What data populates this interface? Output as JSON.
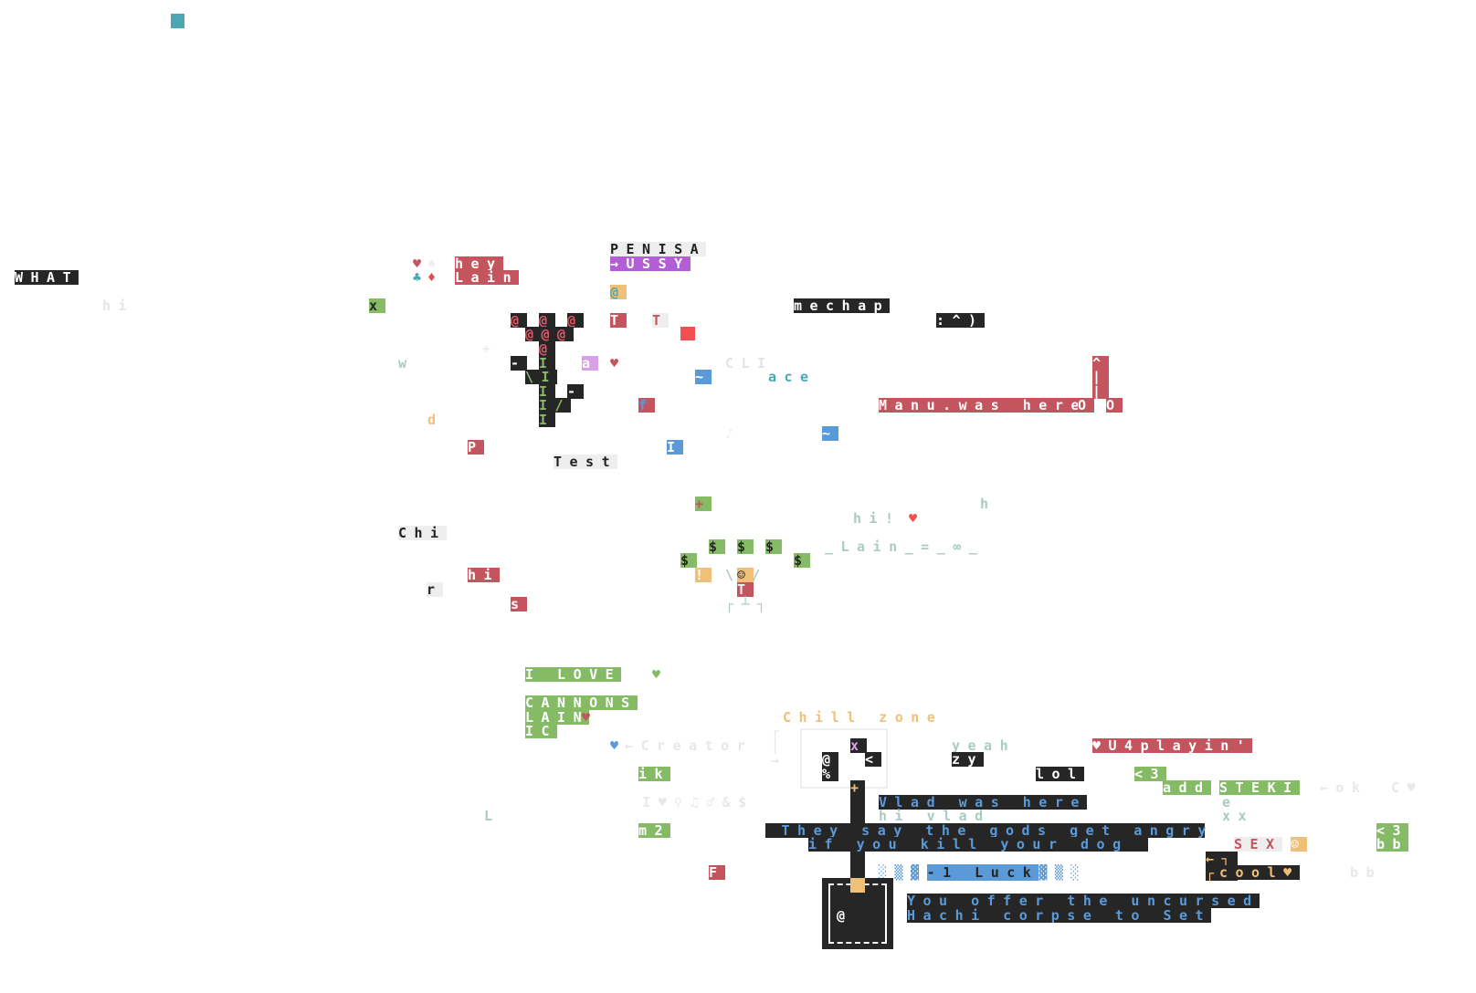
{
  "palette": {
    "dark": "#262626",
    "red": "#c4555f",
    "green": "#85bb65",
    "blue": "#5a9ad8",
    "purple": "#b25fd6",
    "teal": "#4aa8b5",
    "yellow": "#f0c078",
    "faded": "#a9cbc4"
  },
  "words": {
    "what": "WHAT",
    "hi_corner": "hi",
    "hey": "hey",
    "lain": "Lain",
    "penisa": "PENISA",
    "ussy": "→USSY",
    "mechap": "mechap",
    "smile": ":^)",
    "manu": "Manu.was here",
    "o1": "O",
    "o2": "O",
    "cli": "CLI",
    "ace": "ace",
    "test": "Test",
    "chi": "Chi",
    "hi_red": "hi",
    "r": "r",
    "s": "s",
    "p": "P",
    "d": "d",
    "w": "w",
    "x": "x",
    "f": "f",
    "t1": "T",
    "t2": "T",
    "a": "a",
    "hi_bang": "hi!",
    "h": "h",
    "lain_inf": "_Lain_=_∞_",
    "i_love": "I LOVE",
    "cannons": "CANNONS",
    "lain2": "LAIN",
    "ic": "IC",
    "creator": "←Creator",
    "chill": "Chill zone",
    "yeah": "yeah",
    "zy": "zy",
    "lol": "lol",
    "u4playin": "♥U4playin'",
    "heart_lt3": "<3",
    "add": "add",
    "steki": "STEKI",
    "ok": "←ok",
    "c_heart": "C♥",
    "ex": "e",
    "xx": "xx",
    "lt3b": "<3",
    "bb": "bb",
    "bb2": "bb",
    "sex": "SEX",
    "cool": "cool♥",
    "ik": "ik",
    "m2": "m2",
    "l": "L",
    "f2": "F",
    "symbols": "I♥♀♫♂&$",
    "vlad": "Vlad was here",
    "hi_vlad": "hi vlad",
    "gods1": " They say the gods get angry",
    "gods2": "if you kill your dog",
    "luck": "-1 Luck",
    "offer1": "You offer the uncursed",
    "offer2": "Hachi corpse to Set"
  }
}
